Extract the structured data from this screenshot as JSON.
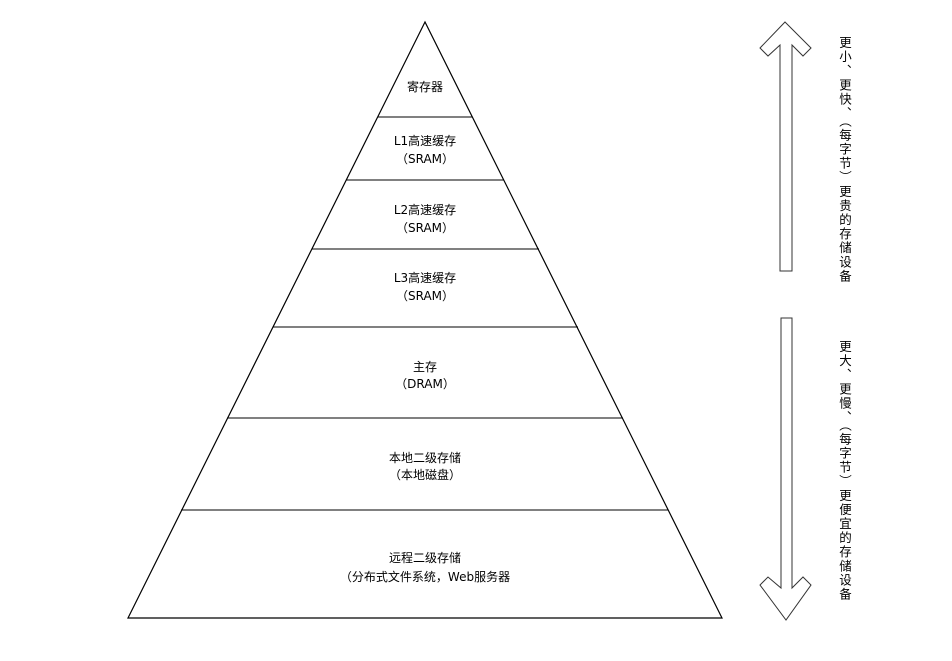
{
  "pyramid": {
    "levels": [
      {
        "line1": "寄存器"
      },
      {
        "line1": "L1高速缓存",
        "line2": "（SRAM）"
      },
      {
        "line1": "L2高速缓存",
        "line2": "（SRAM）"
      },
      {
        "line1": "L3高速缓存",
        "line2": "（SRAM）"
      },
      {
        "line1": "主存",
        "line2": "（DRAM）"
      },
      {
        "line1": "本地二级存储",
        "line2": "（本地磁盘）"
      },
      {
        "line1": "远程二级存储",
        "line2": "（分布式文件系统，Web服务器"
      }
    ]
  },
  "arrows": {
    "up_label": "更小、更快、（每字节）更贵的存储设备",
    "down_label": "更大、更慢、（每字节）更便宜的存储设备"
  }
}
